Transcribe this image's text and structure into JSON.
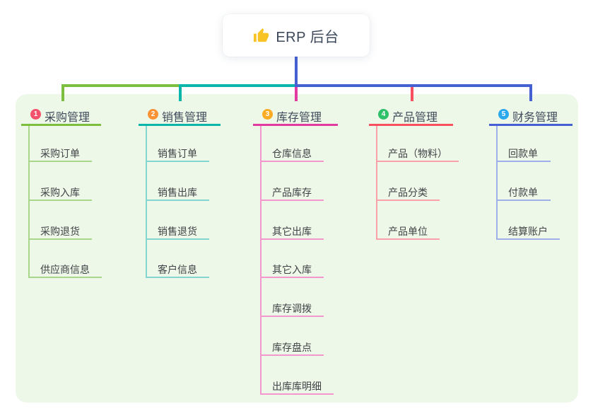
{
  "root": {
    "label": "ERP 后台",
    "icon": "thumbs-up-icon",
    "icon_color": "#f7c325",
    "stub_color": "#4560d2"
  },
  "panel_color": "#edf8e8",
  "branches": [
    {
      "num": "1",
      "title": "采购管理",
      "line_color": "#7cbf3f",
      "light_color": "#a9d78a",
      "badge_color": "#f4516c",
      "items": [
        "采购订单",
        "采购入库",
        "采购退货",
        "供应商信息"
      ]
    },
    {
      "num": "2",
      "title": "销售管理",
      "line_color": "#0cb5a9",
      "light_color": "#82d6cf",
      "badge_color": "#fb9334",
      "items": [
        "销售订单",
        "销售出库",
        "销售退货",
        "客户信息"
      ]
    },
    {
      "num": "3",
      "title": "库存管理",
      "line_color": "#e23aa0",
      "light_color": "#f397cf",
      "badge_color": "#fbac22",
      "items": [
        "仓库信息",
        "产品库存",
        "其它出库",
        "其它入库",
        "库存调拨",
        "库存盘点",
        "出库库明细"
      ]
    },
    {
      "num": "4",
      "title": "产品管理",
      "line_color": "#f9505f",
      "light_color": "#f9a1a8",
      "badge_color": "#2fc06a",
      "items": [
        "产品（物料）",
        "产品分类",
        "产品单位"
      ]
    },
    {
      "num": "5",
      "title": "财务管理",
      "line_color": "#4560d2",
      "light_color": "#9fb0e8",
      "badge_color": "#2aa9ef",
      "items": [
        "回款单",
        "付款单",
        "结算账户"
      ]
    }
  ]
}
